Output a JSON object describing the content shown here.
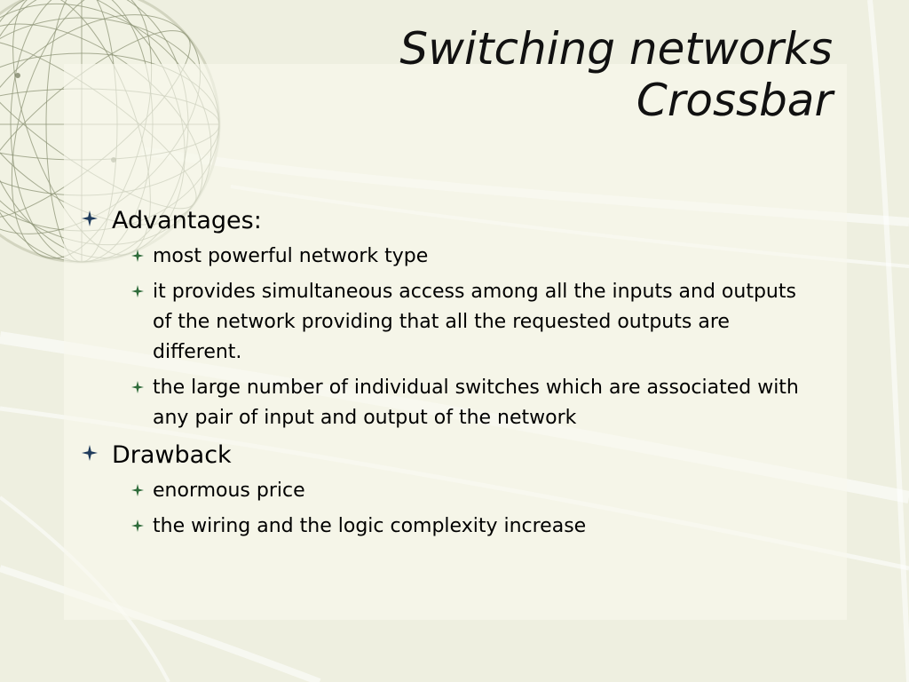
{
  "slide": {
    "title_lines": [
      "Switching networks",
      "Crossbar"
    ],
    "sections": [
      {
        "label": "Advantages:",
        "items": [
          "most powerful network type",
          "it provides simultaneous access among all the inputs and outputs of the network providing that all the requested outputs are different.",
          "the large number of individual switches which are associated with any pair of input and output of the network"
        ]
      },
      {
        "label": "Drawback",
        "items": [
          "enormous price",
          "the wiring and the logic complexity increase"
        ]
      }
    ]
  },
  "colors": {
    "background": "#eeefe0",
    "panel": "#f8f8ee",
    "bullet_major": "#1f3b5c",
    "bullet_minor": "#2e6b3a",
    "text": "#000000"
  },
  "icons": {
    "bullet_major": "four-point-star-icon",
    "bullet_minor": "four-point-star-icon"
  }
}
